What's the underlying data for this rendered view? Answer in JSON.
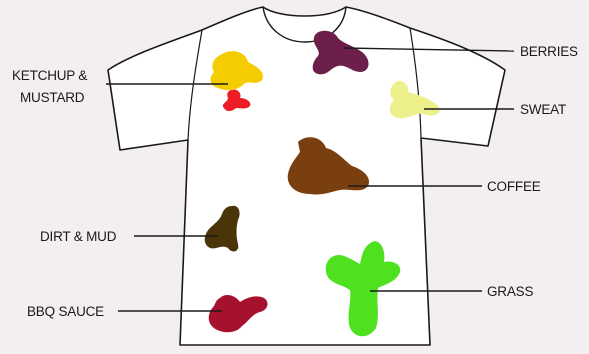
{
  "stains": [
    {
      "id": "berries",
      "label": "BERRIES",
      "color": "#6b1f4a"
    },
    {
      "id": "sweat",
      "label": "SWEAT",
      "color": "#eef08c"
    },
    {
      "id": "coffee",
      "label": "COFFEE",
      "color": "#7a3f0e"
    },
    {
      "id": "grass",
      "label": "GRASS",
      "color": "#4fe020"
    },
    {
      "id": "ketchup-mustard",
      "label_lines": [
        "KETCHUP &",
        "MUSTARD"
      ],
      "colors": [
        "#f5cc00",
        "#ee1c25"
      ]
    },
    {
      "id": "dirt-mud",
      "label": "DIRT & MUD",
      "color": "#4a3508"
    },
    {
      "id": "bbq-sauce",
      "label": "BBQ SAUCE",
      "color": "#a6122e"
    }
  ],
  "shirt": {
    "fill": "#ffffff",
    "stroke": "#1a1a1a"
  }
}
